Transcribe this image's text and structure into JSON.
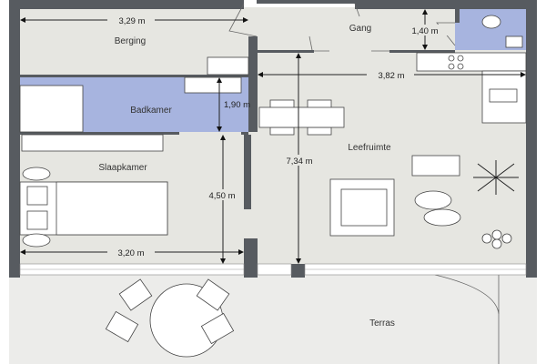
{
  "rooms": {
    "berging": "Berging",
    "badkamer": "Badkamer",
    "slaapkamer": "Slaapkamer",
    "gang": "Gang",
    "leefruimte": "Leefruimte",
    "terras": "Terras"
  },
  "dimensions": {
    "berging_width": "3,29 m",
    "gang_depth": "1,40 m",
    "leefruimte_width": "3,82 m",
    "badkamer_depth": "1,90 m",
    "leefruimte_depth": "7,34 m",
    "slaapkamer_depth": "4,50 m",
    "slaapkamer_width": "3,20 m"
  },
  "colors": {
    "wall": "#575b60",
    "floor": "#e6e6e1",
    "wet_room": "#a7b4df",
    "terrace": "#ececea"
  }
}
